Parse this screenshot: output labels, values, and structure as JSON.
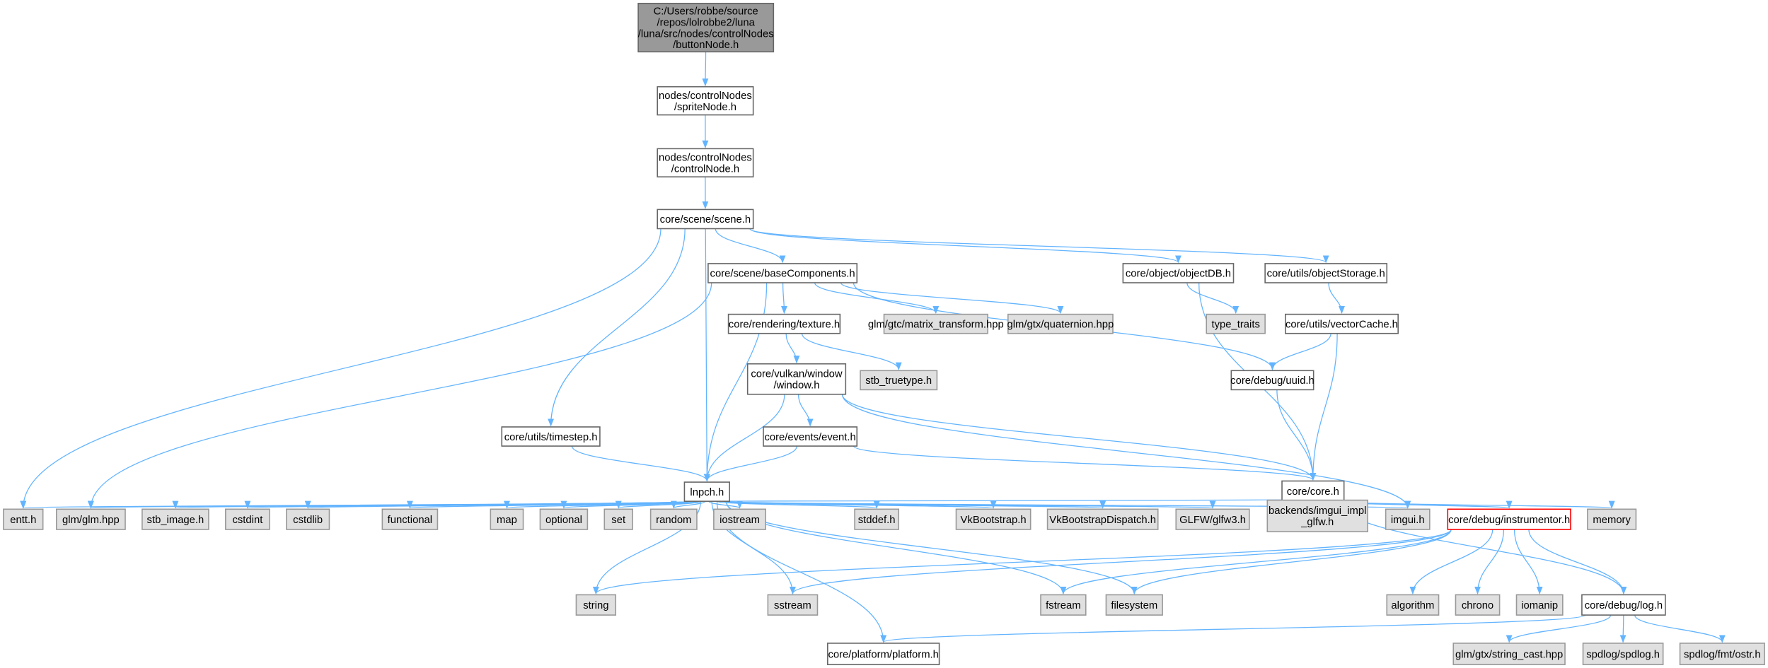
{
  "graph": {
    "title": "Include dependency graph",
    "colors": {
      "edge": "#63b4ff",
      "root_fill": "#999999",
      "external_fill": "#e0e0e0",
      "file_fill": "#ffffff",
      "highlight_stroke": "#ff0000"
    },
    "nodes": {
      "root": {
        "lines": [
          "C:/Users/robbe/source",
          "/repos/lolrobbe2/luna",
          "/luna/src/nodes/controlNodes",
          "/buttonNode.h"
        ],
        "kind": "root"
      },
      "sprite": {
        "lines": [
          "nodes/controlNodes",
          "/spriteNode.h"
        ],
        "kind": "file"
      },
      "control": {
        "lines": [
          "nodes/controlNodes",
          "/controlNode.h"
        ],
        "kind": "file"
      },
      "scene": {
        "lines": [
          "core/scene/scene.h"
        ],
        "kind": "file"
      },
      "base": {
        "lines": [
          "core/scene/baseComponents.h"
        ],
        "kind": "file"
      },
      "objdb": {
        "lines": [
          "core/object/objectDB.h"
        ],
        "kind": "file"
      },
      "objstor": {
        "lines": [
          "core/utils/objectStorage.h"
        ],
        "kind": "file"
      },
      "texture": {
        "lines": [
          "core/rendering/texture.h"
        ],
        "kind": "file"
      },
      "mtx": {
        "lines": [
          "glm/gtc/matrix_transform.hpp"
        ],
        "kind": "external"
      },
      "quat": {
        "lines": [
          "glm/gtx/quaternion.hpp"
        ],
        "kind": "external"
      },
      "tt": {
        "lines": [
          "type_traits"
        ],
        "kind": "external"
      },
      "vcache": {
        "lines": [
          "core/utils/vectorCache.h"
        ],
        "kind": "file"
      },
      "stbtt": {
        "lines": [
          "stb_truetype.h"
        ],
        "kind": "external"
      },
      "window": {
        "lines": [
          "core/vulkan/window",
          "/window.h"
        ],
        "kind": "file"
      },
      "uuid": {
        "lines": [
          "core/debug/uuid.h"
        ],
        "kind": "file"
      },
      "timestep": {
        "lines": [
          "core/utils/timestep.h"
        ],
        "kind": "file"
      },
      "event": {
        "lines": [
          "core/events/event.h"
        ],
        "kind": "file"
      },
      "lnpch": {
        "lines": [
          "lnpch.h"
        ],
        "kind": "file"
      },
      "core": {
        "lines": [
          "core/core.h"
        ],
        "kind": "file"
      },
      "entt": {
        "lines": [
          "entt.h"
        ],
        "kind": "external"
      },
      "glm": {
        "lines": [
          "glm/glm.hpp"
        ],
        "kind": "external"
      },
      "stbi": {
        "lines": [
          "stb_image.h"
        ],
        "kind": "external"
      },
      "cstdint": {
        "lines": [
          "cstdint"
        ],
        "kind": "external"
      },
      "cstdlib": {
        "lines": [
          "cstdlib"
        ],
        "kind": "external"
      },
      "functional": {
        "lines": [
          "functional"
        ],
        "kind": "external"
      },
      "map": {
        "lines": [
          "map"
        ],
        "kind": "external"
      },
      "optional": {
        "lines": [
          "optional"
        ],
        "kind": "external"
      },
      "set": {
        "lines": [
          "set"
        ],
        "kind": "external"
      },
      "random": {
        "lines": [
          "random"
        ],
        "kind": "external"
      },
      "iostream": {
        "lines": [
          "iostream"
        ],
        "kind": "external"
      },
      "stddef": {
        "lines": [
          "stddef.h"
        ],
        "kind": "external"
      },
      "vkb": {
        "lines": [
          "VkBootstrap.h"
        ],
        "kind": "external"
      },
      "vkbd": {
        "lines": [
          "VkBootstrapDispatch.h"
        ],
        "kind": "external"
      },
      "glfw": {
        "lines": [
          "GLFW/glfw3.h"
        ],
        "kind": "external"
      },
      "backends": {
        "lines": [
          "backends/imgui_impl",
          "_glfw.h"
        ],
        "kind": "external"
      },
      "imgui": {
        "lines": [
          "imgui.h"
        ],
        "kind": "external"
      },
      "instr": {
        "lines": [
          "core/debug/instrumentor.h"
        ],
        "kind": "highlight"
      },
      "memory": {
        "lines": [
          "memory"
        ],
        "kind": "external"
      },
      "string": {
        "lines": [
          "string"
        ],
        "kind": "external"
      },
      "sstream": {
        "lines": [
          "sstream"
        ],
        "kind": "external"
      },
      "fstream": {
        "lines": [
          "fstream"
        ],
        "kind": "external"
      },
      "filesystem": {
        "lines": [
          "filesystem"
        ],
        "kind": "external"
      },
      "algorithm": {
        "lines": [
          "algorithm"
        ],
        "kind": "external"
      },
      "chrono": {
        "lines": [
          "chrono"
        ],
        "kind": "external"
      },
      "iomanip": {
        "lines": [
          "iomanip"
        ],
        "kind": "external"
      },
      "log": {
        "lines": [
          "core/debug/log.h"
        ],
        "kind": "file"
      },
      "platform": {
        "lines": [
          "core/platform/platform.h"
        ],
        "kind": "file"
      },
      "strcast": {
        "lines": [
          "glm/gtx/string_cast.hpp"
        ],
        "kind": "external"
      },
      "spdlog": {
        "lines": [
          "spdlog/spdlog.h"
        ],
        "kind": "external"
      },
      "ostr": {
        "lines": [
          "spdlog/fmt/ostr.h"
        ],
        "kind": "external"
      }
    },
    "edges": [
      [
        "root",
        "sprite"
      ],
      [
        "sprite",
        "control"
      ],
      [
        "control",
        "scene"
      ],
      [
        "scene",
        "base"
      ],
      [
        "scene",
        "objdb"
      ],
      [
        "scene",
        "objstor"
      ],
      [
        "scene",
        "timestep"
      ],
      [
        "scene",
        "lnpch"
      ],
      [
        "scene",
        "entt"
      ],
      [
        "base",
        "texture"
      ],
      [
        "base",
        "mtx"
      ],
      [
        "base",
        "quat"
      ],
      [
        "base",
        "uuid"
      ],
      [
        "base",
        "lnpch"
      ],
      [
        "base",
        "glm"
      ],
      [
        "objdb",
        "tt"
      ],
      [
        "objdb",
        "core"
      ],
      [
        "objstor",
        "vcache"
      ],
      [
        "vcache",
        "uuid"
      ],
      [
        "vcache",
        "core"
      ],
      [
        "texture",
        "stbtt"
      ],
      [
        "texture",
        "window"
      ],
      [
        "window",
        "event"
      ],
      [
        "window",
        "lnpch"
      ],
      [
        "window",
        "core"
      ],
      [
        "window",
        "imgui"
      ],
      [
        "uuid",
        "core"
      ],
      [
        "timestep",
        "lnpch"
      ],
      [
        "event",
        "lnpch"
      ],
      [
        "event",
        "core"
      ],
      [
        "lnpch",
        "entt"
      ],
      [
        "lnpch",
        "glm"
      ],
      [
        "lnpch",
        "stbi"
      ],
      [
        "lnpch",
        "cstdint"
      ],
      [
        "lnpch",
        "cstdlib"
      ],
      [
        "lnpch",
        "functional"
      ],
      [
        "lnpch",
        "map"
      ],
      [
        "lnpch",
        "optional"
      ],
      [
        "lnpch",
        "set"
      ],
      [
        "lnpch",
        "random"
      ],
      [
        "lnpch",
        "iostream"
      ],
      [
        "lnpch",
        "stddef"
      ],
      [
        "lnpch",
        "vkb"
      ],
      [
        "lnpch",
        "vkbd"
      ],
      [
        "lnpch",
        "glfw"
      ],
      [
        "lnpch",
        "backends"
      ],
      [
        "lnpch",
        "imgui"
      ],
      [
        "lnpch",
        "string"
      ],
      [
        "lnpch",
        "sstream"
      ],
      [
        "lnpch",
        "fstream"
      ],
      [
        "lnpch",
        "filesystem"
      ],
      [
        "lnpch",
        "platform"
      ],
      [
        "core",
        "instr"
      ],
      [
        "core",
        "memory"
      ],
      [
        "core",
        "log"
      ],
      [
        "instr",
        "string"
      ],
      [
        "instr",
        "sstream"
      ],
      [
        "instr",
        "fstream"
      ],
      [
        "instr",
        "filesystem"
      ],
      [
        "instr",
        "algorithm"
      ],
      [
        "instr",
        "chrono"
      ],
      [
        "instr",
        "iomanip"
      ],
      [
        "instr",
        "log"
      ],
      [
        "log",
        "platform"
      ],
      [
        "log",
        "strcast"
      ],
      [
        "log",
        "spdlog"
      ],
      [
        "log",
        "ostr"
      ]
    ]
  }
}
